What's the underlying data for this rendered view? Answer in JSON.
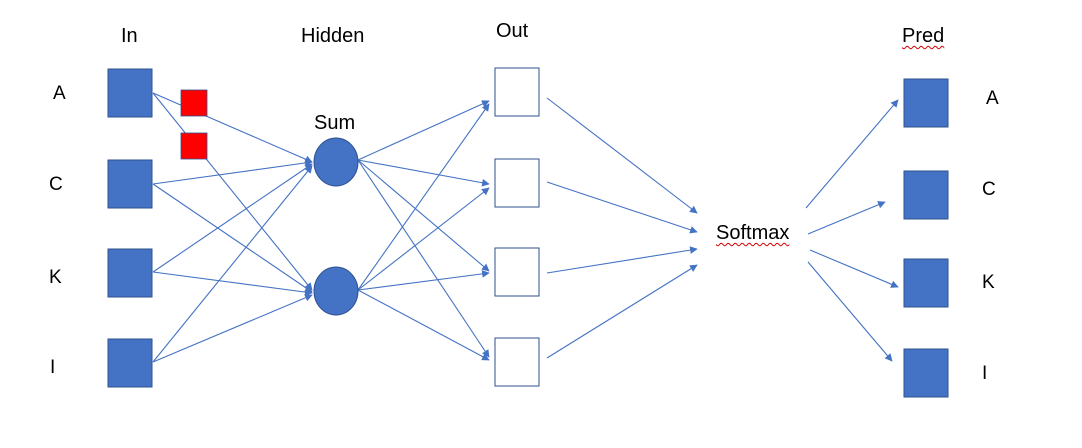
{
  "headers": {
    "input": "In",
    "hidden": "Hidden",
    "output": "Out",
    "prediction": "Pred"
  },
  "input_labels": [
    "A",
    "C",
    "K",
    "I"
  ],
  "hidden_node_label": "Sum",
  "softmax_label": "Softmax",
  "prediction_labels": [
    "A",
    "C",
    "K",
    "I"
  ],
  "colors": {
    "node_fill": "#4472C4",
    "node_stroke": "#2F528F",
    "edge": "#4472C4",
    "highlight": "#FF0000",
    "output_box_stroke": "#2F528F",
    "spellcheck_underline": "#D00000"
  }
}
